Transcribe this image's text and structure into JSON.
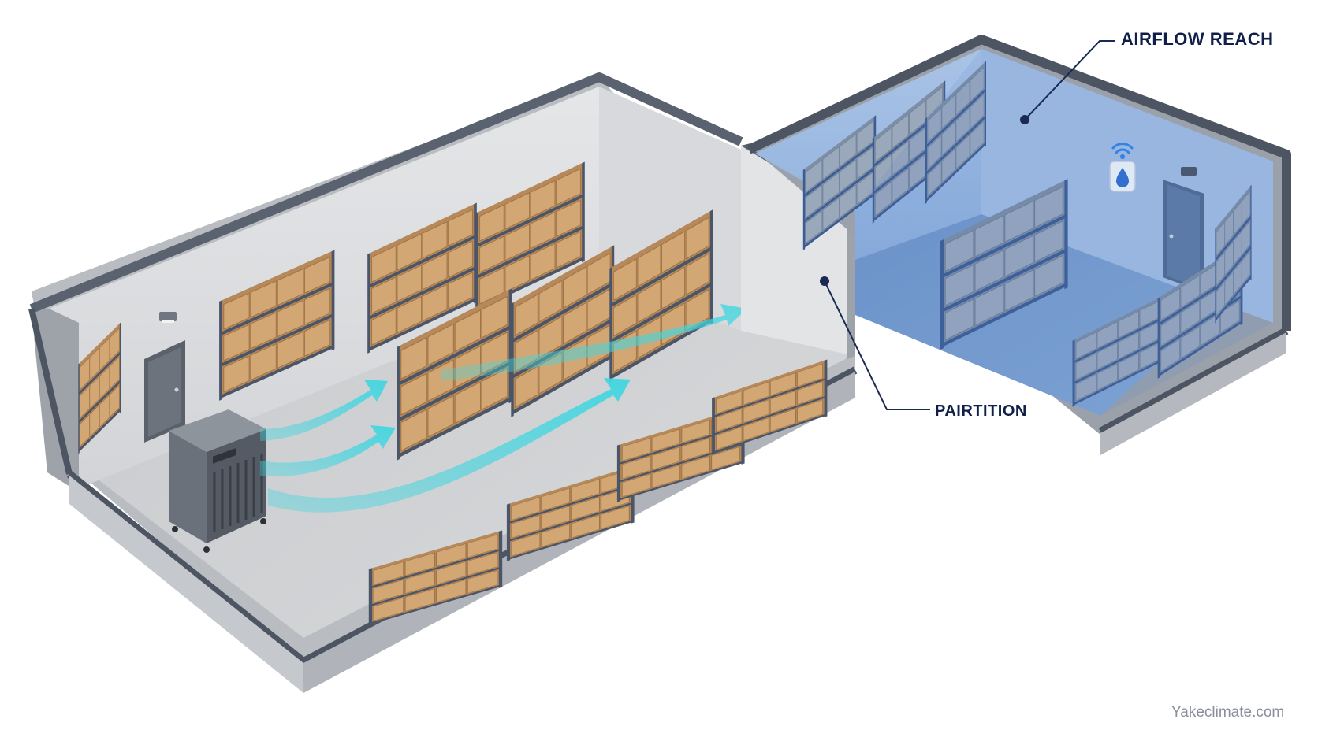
{
  "callouts": {
    "airflow_reach": "AIRFLOW REACH",
    "partition": "PAIRTITION"
  },
  "watermark": "Yakeclimate.com",
  "icons": {
    "dehumidifier": "dehumidifier-unit-icon",
    "humidity_sensor": "humidity-sensor-icon",
    "wifi": "wifi-icon",
    "water_drop": "water-drop-icon",
    "door": "door-icon",
    "wall_light": "wall-light-icon"
  },
  "colors": {
    "airflow": "#3fd6e0",
    "dry_zone": "#8fb4e2",
    "label": "#0f1f4a",
    "box": "#c9a070",
    "rack": "#4a5568",
    "rack_blue": "#3c5d94"
  }
}
